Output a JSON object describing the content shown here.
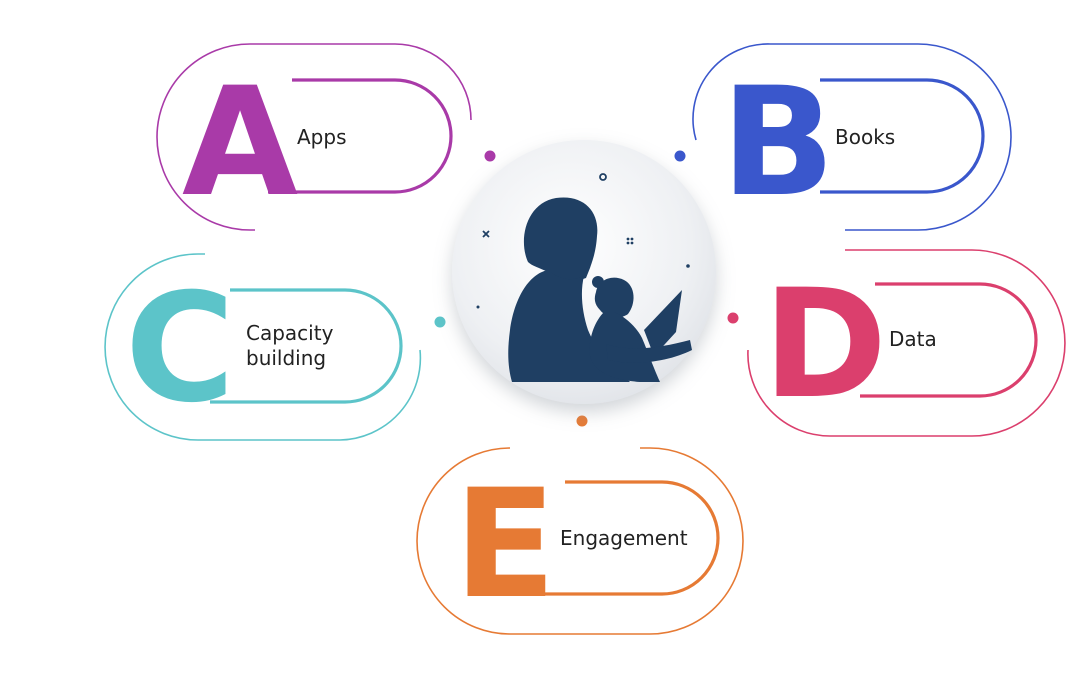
{
  "colors": {
    "a": "#a93aa8",
    "b": "#3a57cc",
    "c": "#5cc4c9",
    "d": "#db3f6d",
    "e": "#e67a34",
    "figure": "#1f3f63",
    "circle": "#eceef2"
  },
  "items": {
    "a": {
      "letter": "A",
      "label": "Apps"
    },
    "b": {
      "letter": "B",
      "label": "Books"
    },
    "c": {
      "letter": "C",
      "label_line1": "Capacity",
      "label_line2": "building"
    },
    "d": {
      "letter": "D",
      "label": "Data"
    },
    "e": {
      "letter": "E",
      "label": "Engagement"
    }
  },
  "center": {
    "icon": "parent-reading-to-child-icon"
  }
}
